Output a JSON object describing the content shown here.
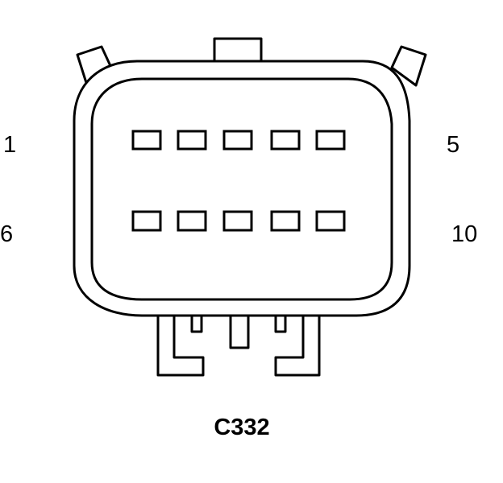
{
  "connector": {
    "id": "C332",
    "pin_labels": {
      "top_left": "1",
      "top_right": "5",
      "bottom_left": "6",
      "bottom_right": "10"
    },
    "rows": 2,
    "pins_per_row": 5
  },
  "colors": {
    "line": "#000000",
    "background": "#ffffff"
  }
}
